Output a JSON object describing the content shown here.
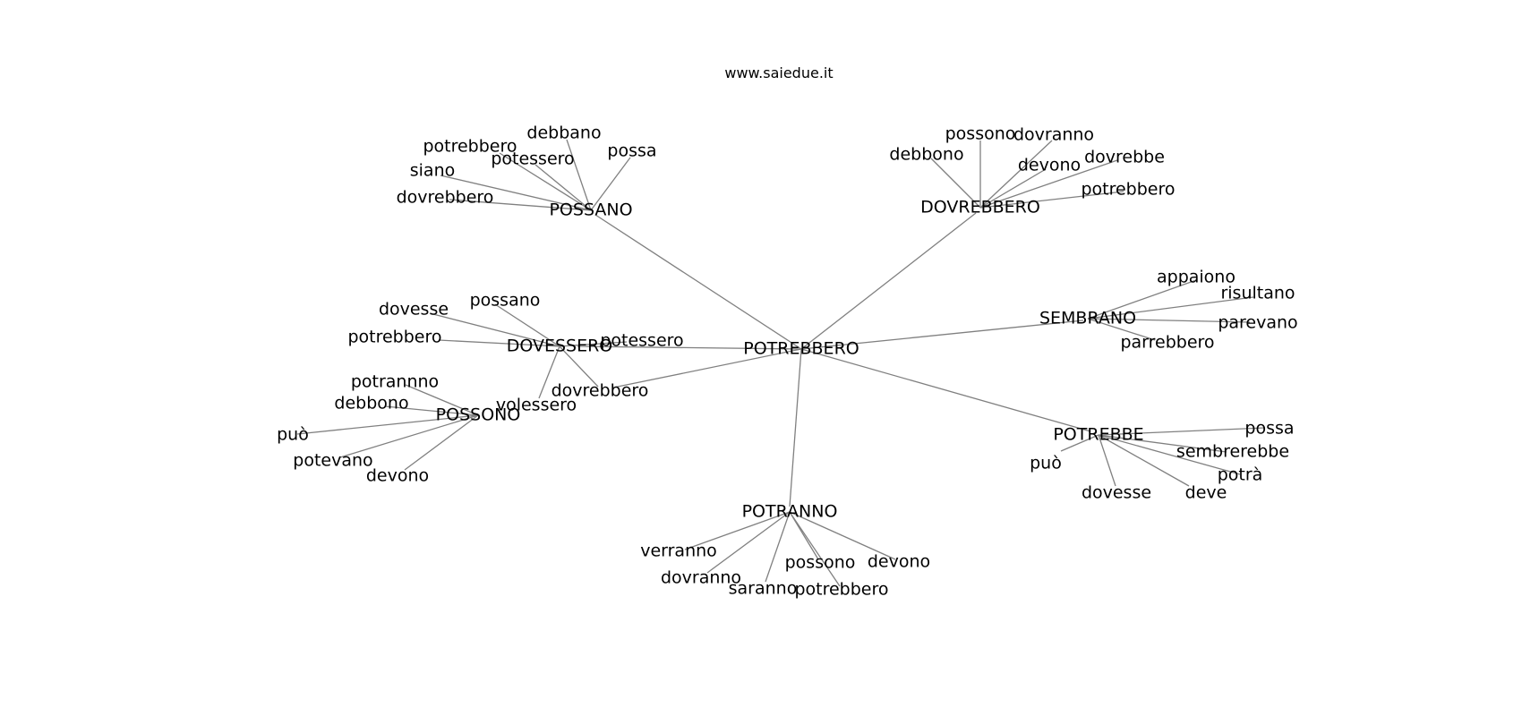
{
  "watermark": "www.saiedue.it",
  "graph": {
    "edge_color": "#808080",
    "text_color": "#000000",
    "root": "POTREBBERO",
    "hubs": [
      {
        "id": "possano",
        "label": "POSSANO",
        "leaves": [
          "debbano",
          "possa",
          "potrebbero",
          "potessero",
          "siano",
          "dovrebbero"
        ]
      },
      {
        "id": "dovrebbero",
        "label": "DOVREBBERO",
        "leaves": [
          "possono",
          "dovranno",
          "debbono",
          "devono",
          "dovrebbe",
          "potrebbero"
        ]
      },
      {
        "id": "sembrano",
        "label": "SEMBRANO",
        "leaves": [
          "appaiono",
          "risultano",
          "parevano",
          "parrebbero"
        ]
      },
      {
        "id": "potrebbe",
        "label": "POTREBBE",
        "leaves": [
          "possa",
          "sembrerebbe",
          "potrà",
          "può",
          "dovesse",
          "deve"
        ]
      },
      {
        "id": "potranno",
        "label": "POTRANNO",
        "leaves": [
          "verranno",
          "dovranno",
          "possono",
          "devono",
          "saranno",
          "potrebbero"
        ]
      },
      {
        "id": "dovessero",
        "label": "DOVESSERO",
        "leaves": [
          "possano",
          "dovesse",
          "potrebbero",
          "potessero",
          "volessero",
          "dovrebbero"
        ]
      },
      {
        "id": "possono",
        "label": "POSSONO",
        "leaves": [
          "potrannno",
          "debbono",
          "può",
          "potevano",
          "devono"
        ]
      }
    ]
  }
}
